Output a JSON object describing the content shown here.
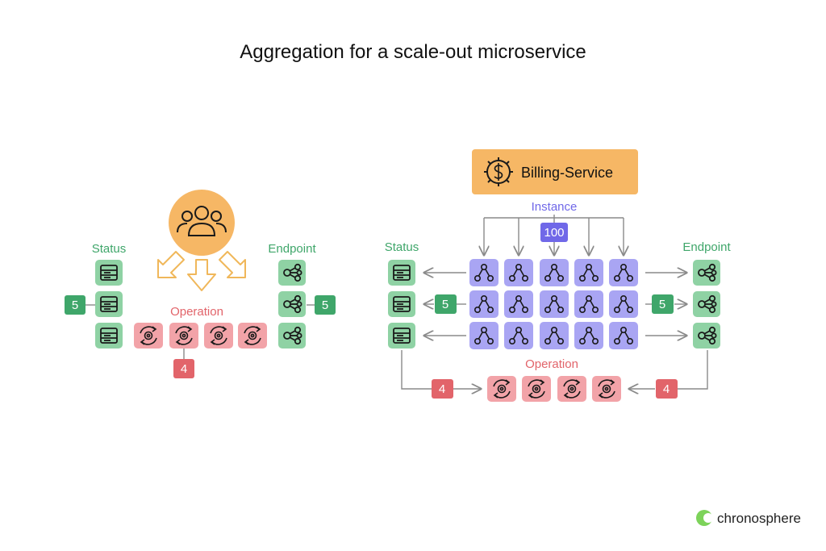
{
  "title": "Aggregation for a scale-out microservice",
  "colors": {
    "status_green": "#8fd2a4",
    "endpoint_green": "#8fd2a4",
    "badge_green": "#3fa66a",
    "operation_red": "#f2a3a8",
    "badge_red": "#e2646a",
    "instance_purple": "#a9a5f3",
    "badge_purple": "#7068e8",
    "billing_orange": "#f6b765",
    "users_orange": "#f6b765",
    "arrow_gray": "#8a8a8a"
  },
  "left": {
    "status_label": "Status",
    "endpoint_label": "Endpoint",
    "operation_label": "Operation",
    "status_count": "5",
    "endpoint_count": "5",
    "operation_count": "4",
    "users_icon": "users-icon"
  },
  "right": {
    "service_label": "Billing-Service",
    "service_icon": "gear-dollar-icon",
    "instance_label": "Instance",
    "instance_count": "100",
    "status_label": "Status",
    "endpoint_label": "Endpoint",
    "operation_label": "Operation",
    "status_count": "5",
    "endpoint_count": "5",
    "operation_count_left": "4",
    "operation_count_right": "4"
  },
  "icons": {
    "status": "server-window-icon",
    "endpoint": "share-nodes-icon",
    "operation": "gear-cycle-icon",
    "instance": "node-graph-icon"
  },
  "logo": {
    "text": "chronosphere"
  }
}
